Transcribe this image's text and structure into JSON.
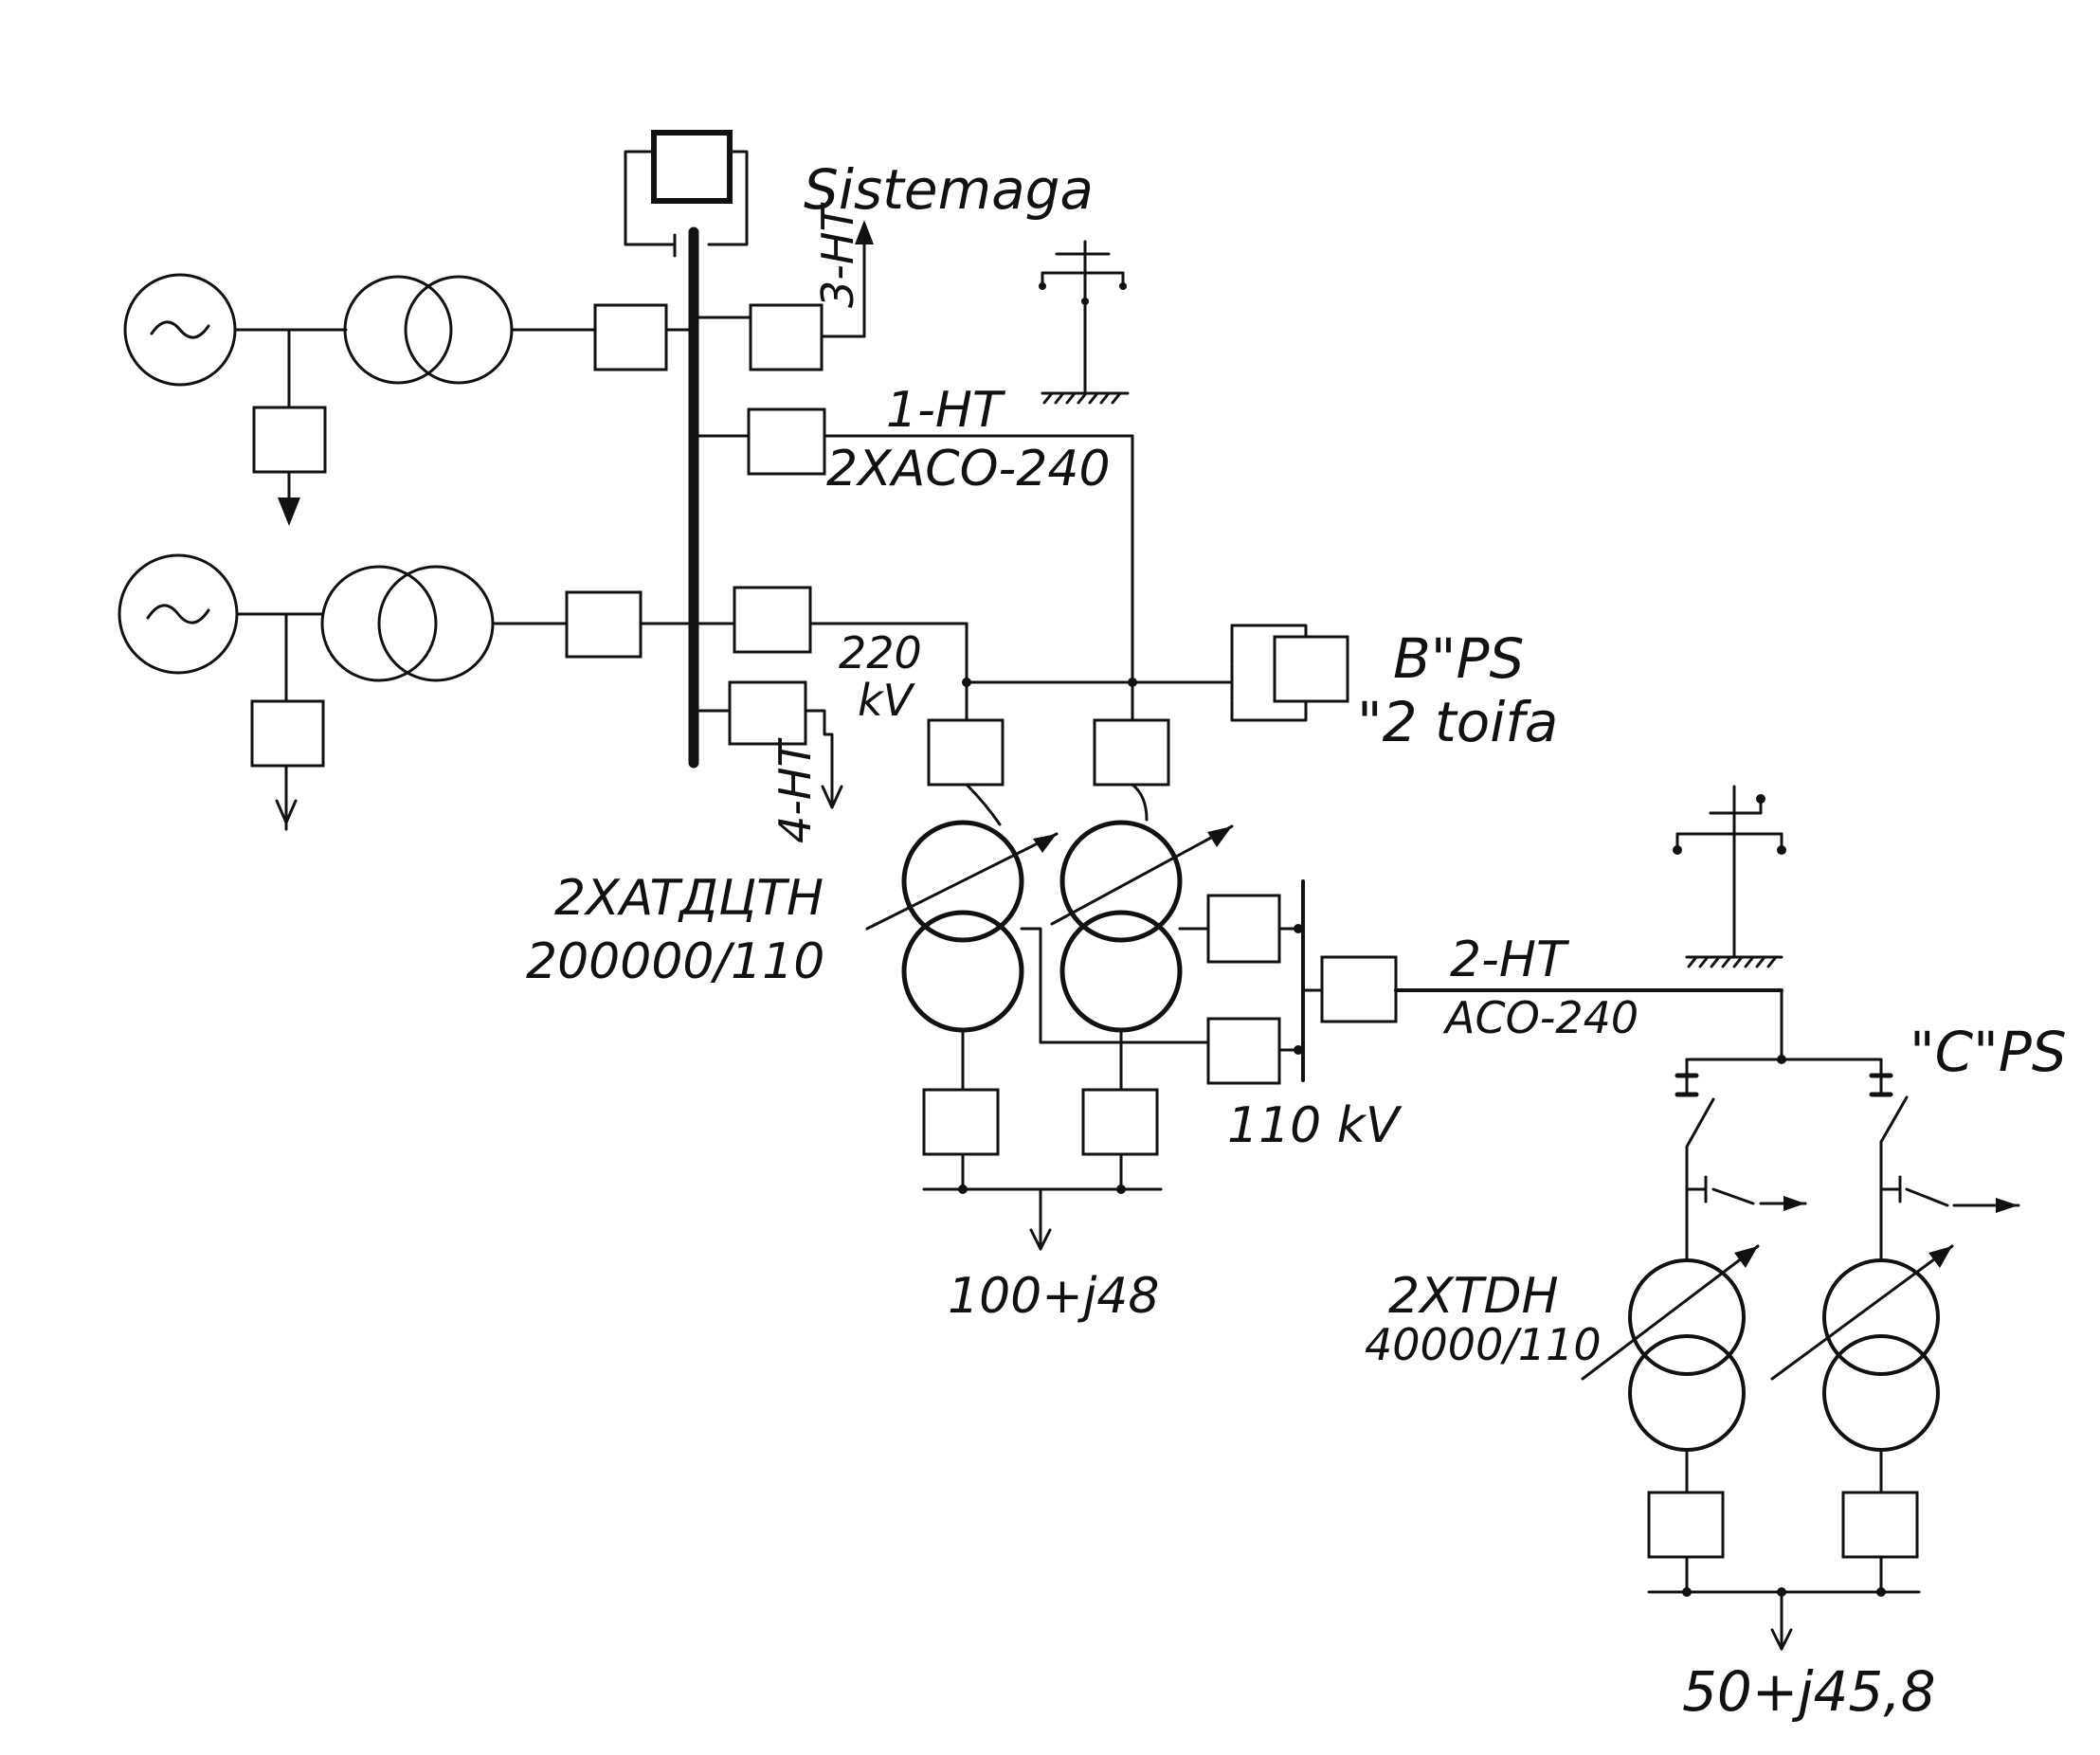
{
  "labels": {
    "sistemaga": "Sistemaga",
    "line3": "3-HT",
    "line1": "1-HT",
    "line1_wire": "2XACO-240",
    "bus220_value": "220",
    "bus220_unit": "kV",
    "line4": "4-HT",
    "ps_b_name": "B\"PS",
    "ps_b_category": "\"2 toifa",
    "at_name": "2XATДЦTH",
    "at_rating": "200000/110",
    "line2": "2-HT",
    "line2_wire": "ACO-240",
    "bus110": "110 kV",
    "load1": "100+j48",
    "ps_c_name": "\"C\"PS",
    "tdh_name": "2XTDH",
    "tdh_rating": "40000/110",
    "load2": "50+j45,8"
  },
  "colors": {
    "ink": "#111111",
    "paper": "#ffffff"
  },
  "icons": [
    "generator-icon",
    "two-winding-transformer-icon",
    "autotransformer-icon",
    "regulating-transformer-icon",
    "power-line-tower-icon",
    "disconnector-icon",
    "ground-icon",
    "load-arrow-icon",
    "breaker-box-icon"
  ]
}
